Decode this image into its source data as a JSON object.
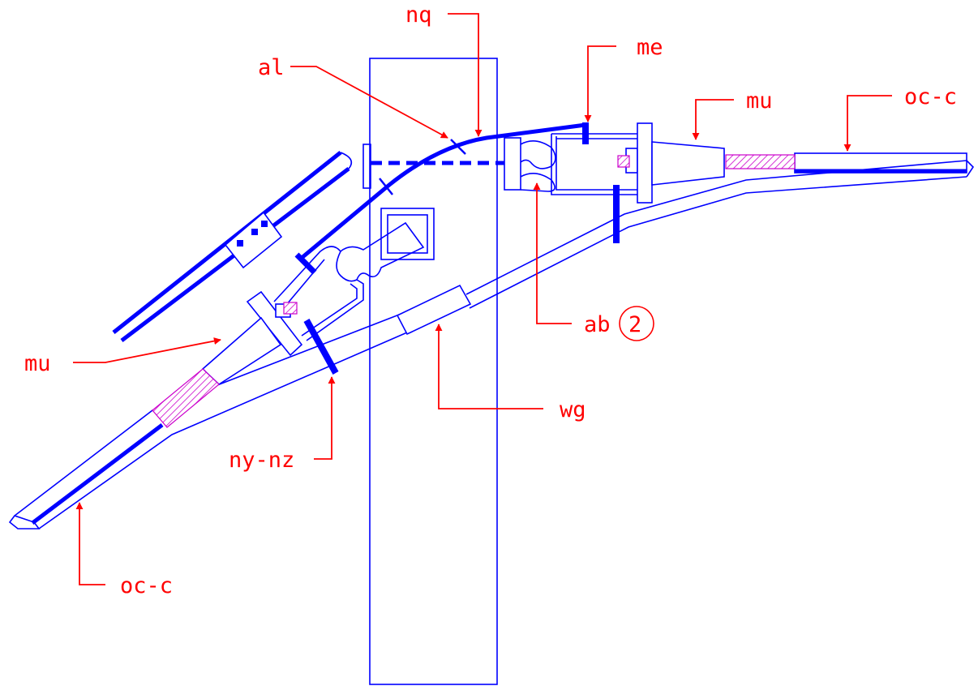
{
  "colors": {
    "structure": "#0000ff",
    "label": "#ff0000",
    "hatch": "#cc00cc",
    "background": "#ffffff"
  },
  "labels": {
    "nq": "nq",
    "al": "al",
    "me": "me",
    "mu_right": "mu",
    "oc_c_right": "oc-c",
    "ab": "ab",
    "ab_number": "2",
    "mu_left": "mu",
    "wg": "wg",
    "ny_nz": "ny-nz",
    "oc_c_left": "oc-c"
  }
}
